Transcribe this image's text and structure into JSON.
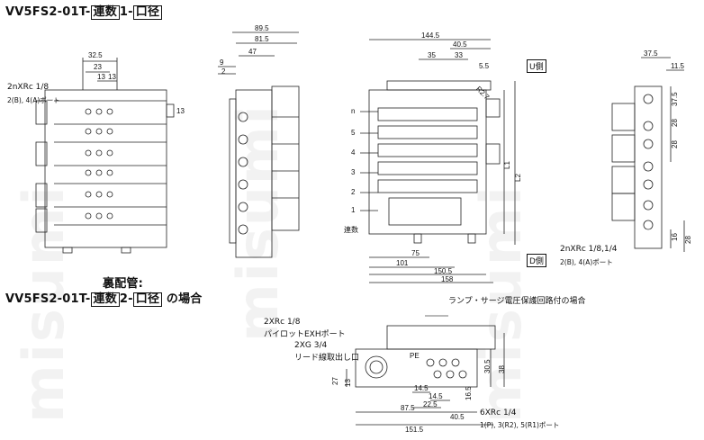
{
  "title_main": {
    "prefix": "VV5FS2-01T-",
    "box1": "連数",
    "mid": "1-",
    "box2": "口径"
  },
  "title_back_heading": "裏配管:",
  "title_back": {
    "prefix": "VV5FS2-01T-",
    "box1": "連数",
    "mid": "2-",
    "box2": "口径",
    "suffix": " の場合"
  },
  "front_view": {
    "dims": [
      "32.5",
      "23",
      "13",
      "13",
      "13"
    ],
    "port_label": "2nXRc 1/8",
    "port_sub": "2(B), 4(A)ポート"
  },
  "side_view": {
    "dims": [
      "89.5",
      "81.5",
      "47",
      "9",
      "2"
    ]
  },
  "top_view": {
    "dims": [
      "144.5",
      "40.5",
      "35",
      "33",
      "5.5",
      "R2.7",
      "L1",
      "L2",
      "75",
      "101",
      "150.5",
      "158"
    ],
    "stations": [
      "n",
      "5",
      "4",
      "3",
      "2",
      "1"
    ],
    "station_label": "連数",
    "u_side": "U側",
    "d_side": "D側"
  },
  "right_view": {
    "dims": [
      "37.5",
      "11.5",
      "37.5",
      "28",
      "28",
      "16",
      "28"
    ],
    "port_label": "2nXRc 1/8,1/4",
    "port_sub": "2(B), 4(A)ポート"
  },
  "bottom_view": {
    "lamp_note": "ランプ・サージ電圧保護回路付の場合",
    "pilot_port": "2XRc 1/8",
    "pilot_sub": "パイロットEXHポート",
    "lead_port": "2XG 3/4",
    "lead_sub": "リード線取出し口",
    "pe_label": "PE",
    "port_main": "6XRc 1/4",
    "port_sub": "1(P), 3(R2), 5(R1)ポート",
    "dims": [
      "30.5",
      "38",
      "27",
      "13",
      "16.5",
      "14.5",
      "14.5",
      "22.5",
      "87.5",
      "40.5",
      "151.5"
    ]
  }
}
